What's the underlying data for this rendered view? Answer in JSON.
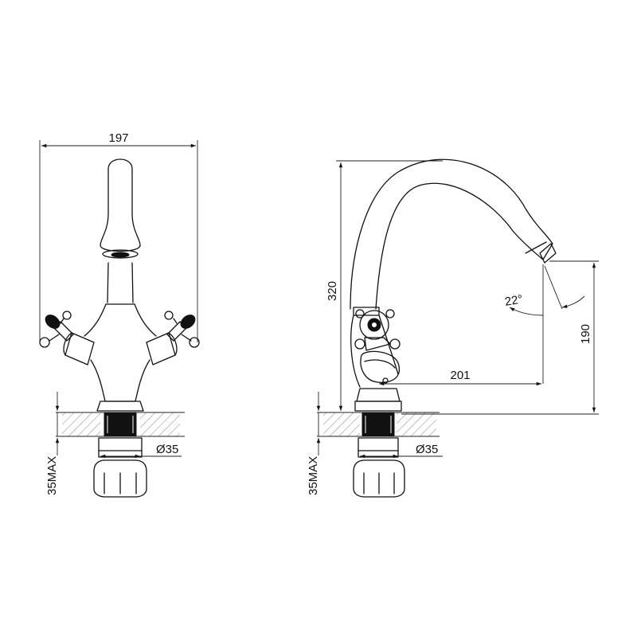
{
  "front_view": {
    "width_label": "197",
    "diameter_label": "Ø35",
    "max_thickness_label": "35MAX"
  },
  "side_view": {
    "height_label": "320",
    "angle_label": "22°",
    "spout_height_label": "190",
    "reach_label": "201",
    "diameter_label": "Ø35",
    "max_thickness_label": "35MAX"
  }
}
